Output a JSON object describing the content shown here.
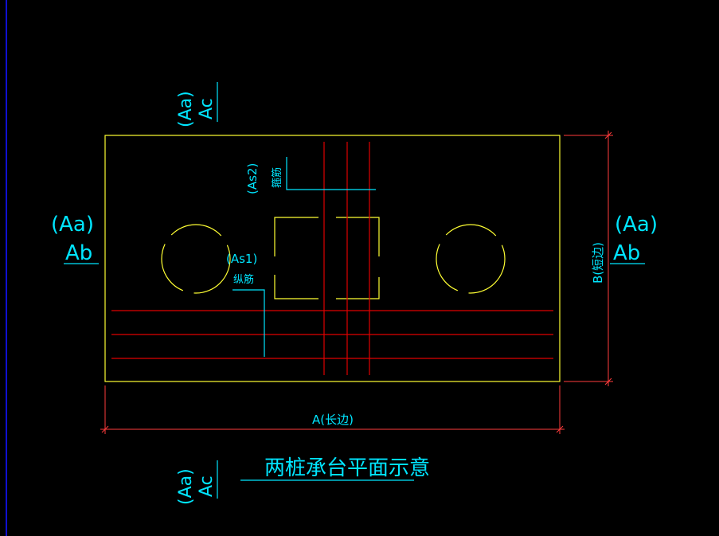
{
  "colors": {
    "background": "#000000",
    "outline": "#ffff33",
    "rebar": "#e00000",
    "dimension": "#ff3b3b",
    "label": "#00e5ff",
    "left_edge": "#0000cc"
  },
  "labels": {
    "top_aa": "(Aa)",
    "top_ac": "Ac",
    "left_aa": "(Aa)",
    "left_ab": "Ab",
    "right_aa": "(Aa)",
    "right_ab": "Ab",
    "bottom_aa": "(Aa)",
    "bottom_ac": "Ac",
    "as2": "(As2)",
    "as2_sub": "箍筋",
    "as1": "(As1)",
    "as1_sub": "纵筋",
    "dim_a": "A(长边)",
    "dim_b": "B(短边)",
    "title": "两桩承台平面示意"
  },
  "icons": [
    "pile-circle-left",
    "pile-circle-right"
  ]
}
